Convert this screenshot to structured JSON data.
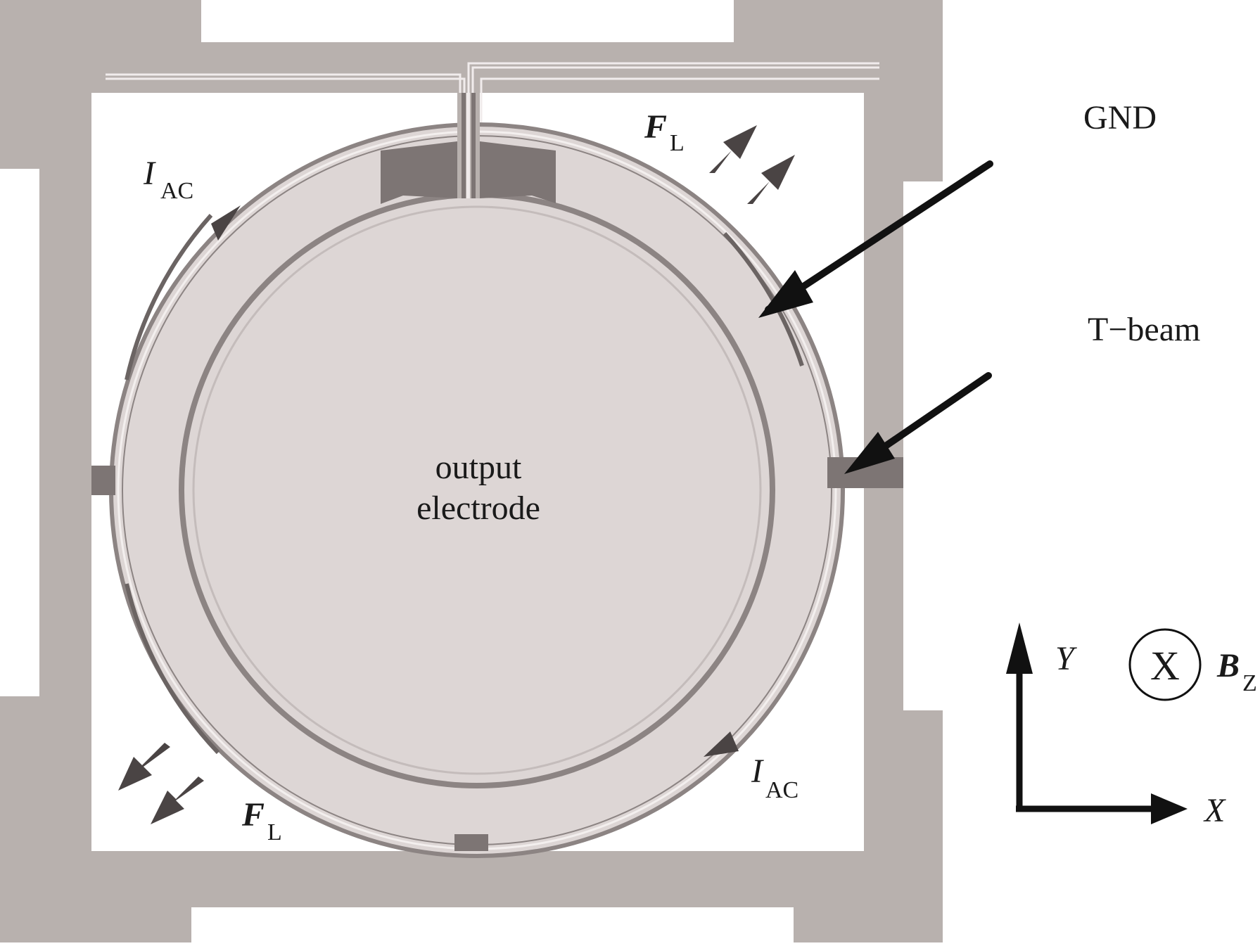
{
  "labels": {
    "gnd": "GND",
    "tbeam": "T−beam",
    "output_line1": "output",
    "output_line2": "electrode",
    "current_symbol": "I",
    "current_sub": "AC",
    "force_symbol": "F",
    "force_sub": "L",
    "axis_y": "Y",
    "axis_x": "X",
    "field_symbol": "B",
    "field_sub": "Z",
    "field_mark": "X"
  },
  "colors": {
    "frame": "#b8b1ae",
    "ring": "#ded7d6",
    "ring_edge": "#8c8483",
    "electrode": "#ddd6d5",
    "pad": "#7d7574",
    "arrow": "#4a4444",
    "pointer": "#111111"
  }
}
